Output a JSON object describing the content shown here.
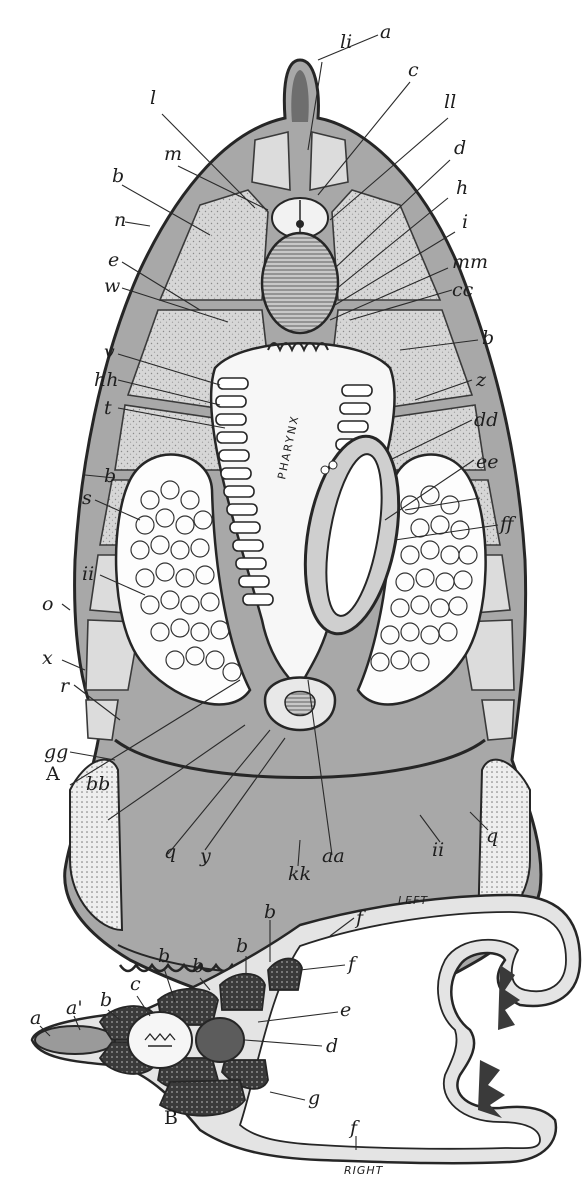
{
  "figure_a": {
    "panel_label": "A",
    "pharynx_text": "PHARYNX",
    "labels": {
      "a": "a",
      "li": "li",
      "c": "c",
      "ll": "ll",
      "l": "l",
      "m": "m",
      "d": "d",
      "b_top": "b",
      "h": "h",
      "i": "i",
      "n": "n",
      "mm": "mm",
      "e": "e",
      "cc": "cc",
      "w": "w",
      "b_right": "b",
      "v": "v",
      "z": "z",
      "hh": "hh",
      "t": "t",
      "dd": "dd",
      "b_left": "b",
      "ee": "ee",
      "s": "s",
      "ff": "ff",
      "ii_left": "ii",
      "o": "o",
      "x": "x",
      "r": "r",
      "gg": "gg",
      "bb": "bb",
      "q_left": "q",
      "y": "y",
      "kk": "kk",
      "aa": "aa",
      "ii_bottom": "ii",
      "q_right": "q"
    }
  },
  "figure_b": {
    "panel_label": "B",
    "left_text": "LEFT",
    "right_text": "RIGHT",
    "labels": {
      "a": "a",
      "a_prime": "a'",
      "b1": "b",
      "b2": "b",
      "b3": "b",
      "b4": "b",
      "b5": "b",
      "c": "c",
      "f_top": "f",
      "f_mid": "f",
      "e": "e",
      "d": "d",
      "g": "g",
      "f_bottom": "f"
    }
  },
  "colors": {
    "ink": "#262626",
    "body_fill": "#a8a8a8",
    "muscle_fill": "#dcdcdc",
    "background": "#ffffff"
  }
}
